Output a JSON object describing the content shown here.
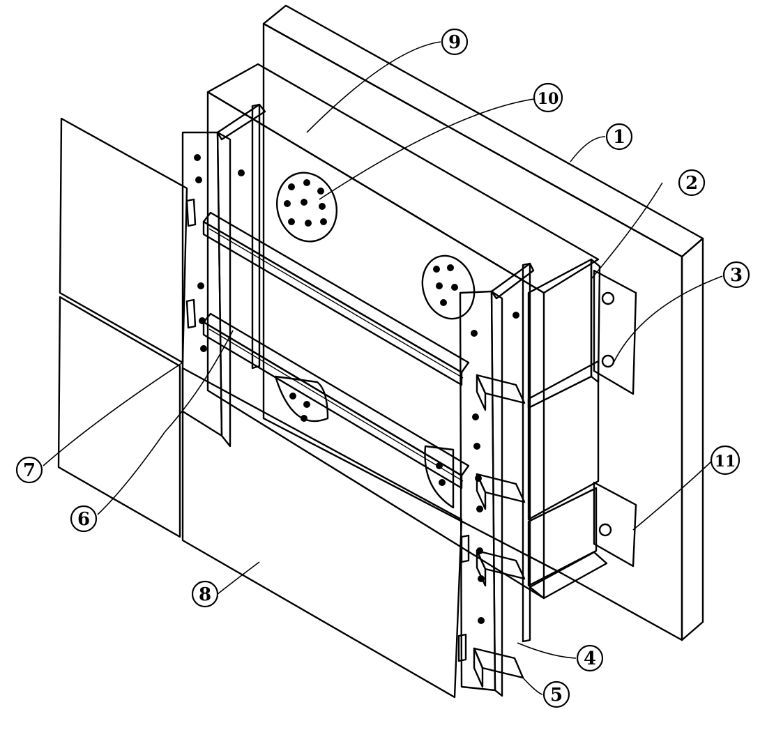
{
  "callouts": [
    {
      "id": "c1",
      "label": "1"
    },
    {
      "id": "c2",
      "label": "2"
    },
    {
      "id": "c3",
      "label": "3"
    },
    {
      "id": "c4",
      "label": "4"
    },
    {
      "id": "c5",
      "label": "5"
    },
    {
      "id": "c6",
      "label": "6"
    },
    {
      "id": "c7",
      "label": "7"
    },
    {
      "id": "c8",
      "label": "8"
    },
    {
      "id": "c9",
      "label": "9"
    },
    {
      "id": "c10",
      "label": "10"
    },
    {
      "id": "c11",
      "label": "11"
    }
  ],
  "colors": {
    "ink": "#000000",
    "paper": "#ffffff"
  }
}
